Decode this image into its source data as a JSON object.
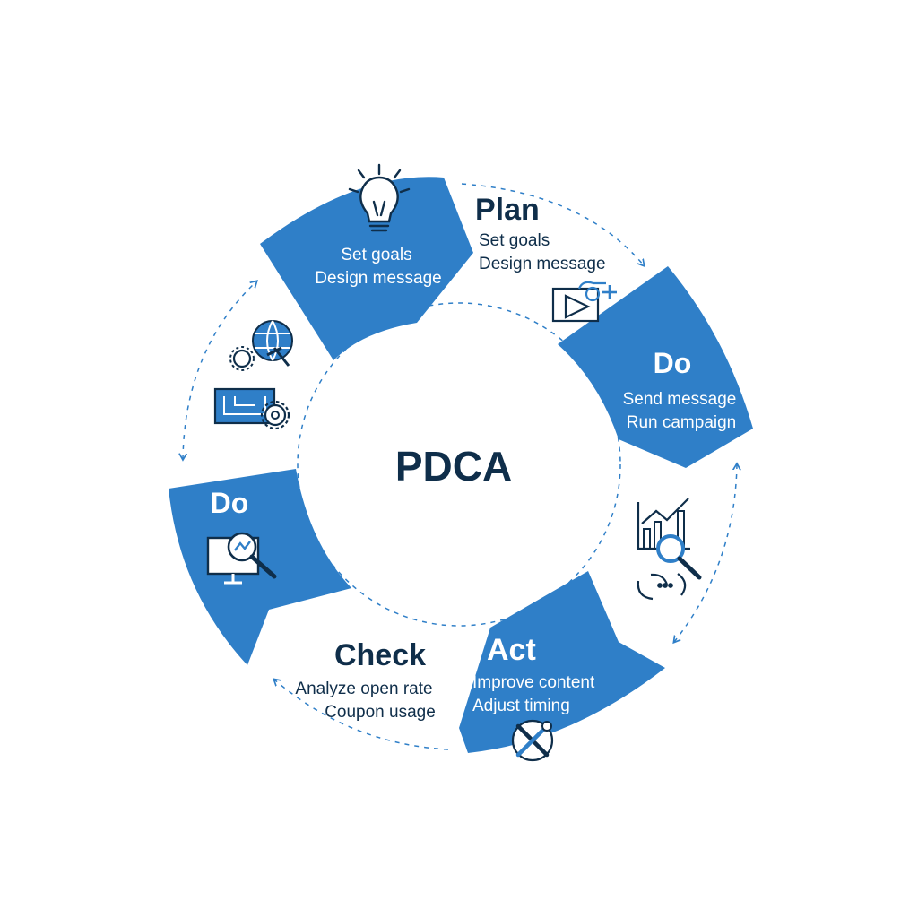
{
  "center": {
    "label": "PDCA"
  },
  "colors": {
    "accent": "#2f7fc8",
    "accent_dark": "#1f5f9e",
    "navy": "#0f2e4a",
    "line": "#2f7fc8",
    "white": "#ffffff"
  },
  "stages": [
    {
      "id": "plan",
      "title": "Plan",
      "lines": [
        "Set goals",
        "Design message"
      ],
      "inner_lines": [
        "Set goals",
        "Design message"
      ],
      "icon": "lightbulb-icon"
    },
    {
      "id": "do-right",
      "title": "Do",
      "lines": [
        "Send message",
        "Run campaign"
      ],
      "icon": "send-message-icon"
    },
    {
      "id": "act",
      "title": "Act",
      "lines": [
        "Improve content",
        "Adjust timing"
      ],
      "icon": "tools-icon"
    },
    {
      "id": "check",
      "title": "Check",
      "lines": [
        "Analyze open rate",
        "Coupon usage"
      ],
      "icon": "chart-magnifier-icon"
    },
    {
      "id": "do-left",
      "title": "Do",
      "lines": [],
      "icon": "monitor-magnifier-icon"
    }
  ],
  "side_icons": [
    "globe-gear-icon",
    "blueprint-gear-icon",
    "cycle-icon"
  ]
}
